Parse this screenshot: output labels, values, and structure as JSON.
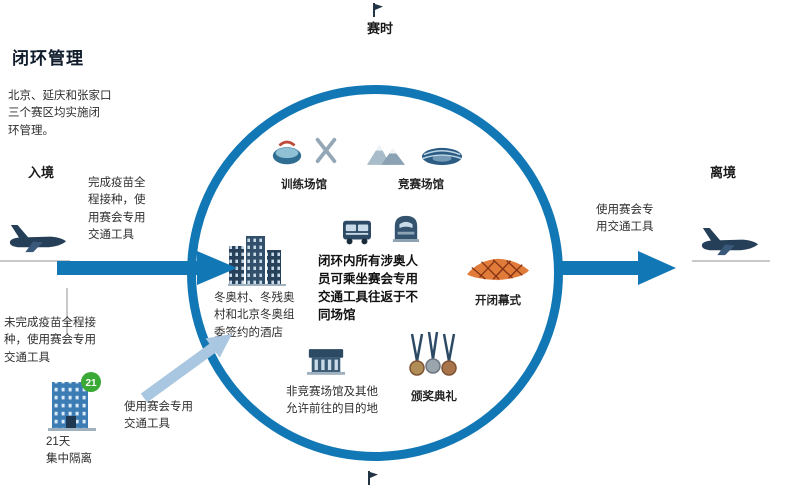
{
  "colors": {
    "loop_blue": "#1277b5",
    "light_blue_arrow": "#a9c7e0",
    "icon_navy": "#2c4a64",
    "badge_green": "#3aa935",
    "stadium_orange": "#e07b3a"
  },
  "header": {
    "title": "闭环管理",
    "phase_label": "赛时"
  },
  "left": {
    "intro": "北京、延庆和张家口\n三个赛区均实施闭\n环管理。",
    "entry_label": "入境",
    "vaccinated_note": "完成疫苗全\n程接种，使\n用赛会专用\n交通工具",
    "unvaccinated_note": "未完成疫苗全程接\n种，使用赛会专用\n交通工具",
    "quarantine_badge": "21",
    "quarantine_note": "21天\n集中隔离",
    "transport_note": "使用赛会专用\n交通工具"
  },
  "loop": {
    "training_label": "训练场馆",
    "competition_label": "竞赛场馆",
    "village_note": "冬奥村、冬残奥\n村和北京冬奥组\n委签约的酒店",
    "center_note": "闭环内所有涉奥人\n员可乘坐赛会专用\n交通工具往返于不\n同场馆",
    "ceremony_label": "开闭幕式",
    "noncompetition_note": "非竞赛场馆及其他\n允许前往的目的地",
    "award_label": "颁奖典礼"
  },
  "right": {
    "transport_note": "使用赛会专\n用交通工具",
    "exit_label": "离境"
  }
}
